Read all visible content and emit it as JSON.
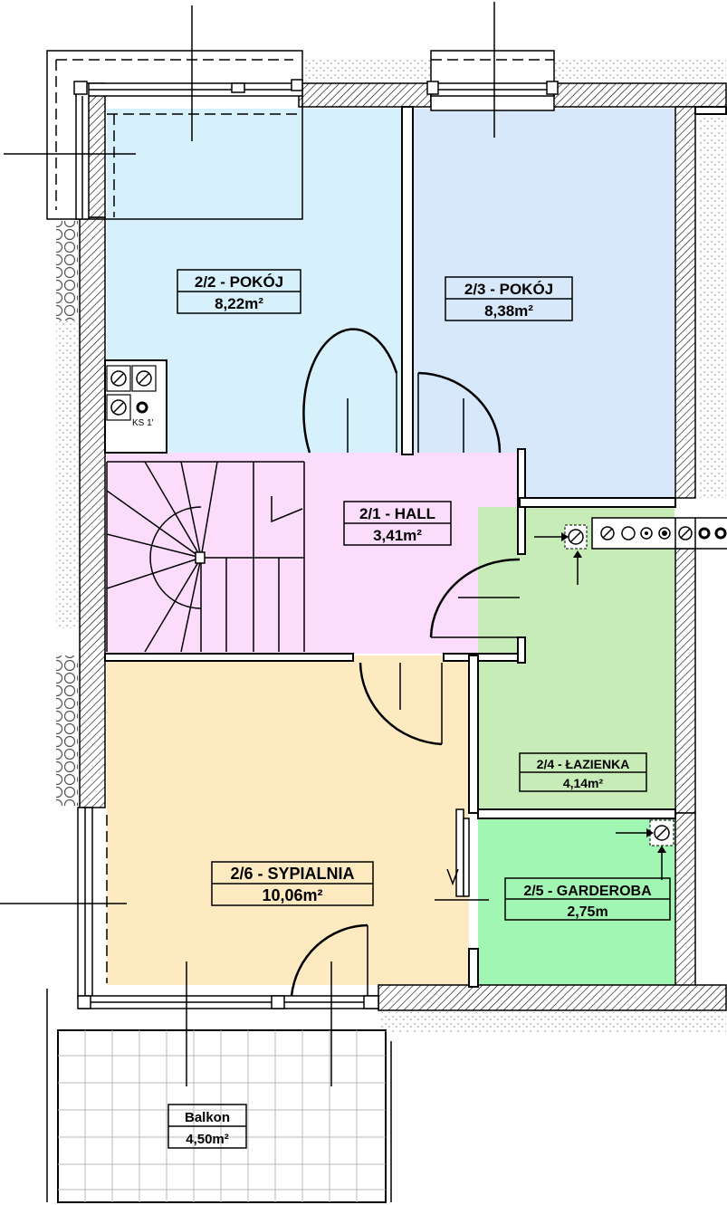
{
  "rooms": [
    {
      "id": "pokoj-2-2",
      "name": "2/2 - POKÓJ",
      "area": "8,22m²",
      "color": "#d6f1fb"
    },
    {
      "id": "pokoj-2-3",
      "name": "2/3 - POKÓJ",
      "area": "8,38m²",
      "color": "#d8e8fb"
    },
    {
      "id": "hall",
      "name": "2/1 - HALL",
      "area": "3,41m²",
      "color": "#fbdcfb"
    },
    {
      "id": "lazienka",
      "name": "2/4 - ŁAZIENKA",
      "area": "4,14m²",
      "color": "#c8ecb8"
    },
    {
      "id": "garderoba",
      "name": "2/5 - GARDEROBA",
      "area": "2,75m",
      "color": "#a2f6b4"
    },
    {
      "id": "sypialnia",
      "name": "2/6 - SYPIALNIA",
      "area": "10,06m²",
      "color": "#fdeac0"
    },
    {
      "id": "balkon",
      "name": "Balkon",
      "area": "4,50m²",
      "color": "#ffffff"
    }
  ],
  "chimney_label": "KS 1'"
}
